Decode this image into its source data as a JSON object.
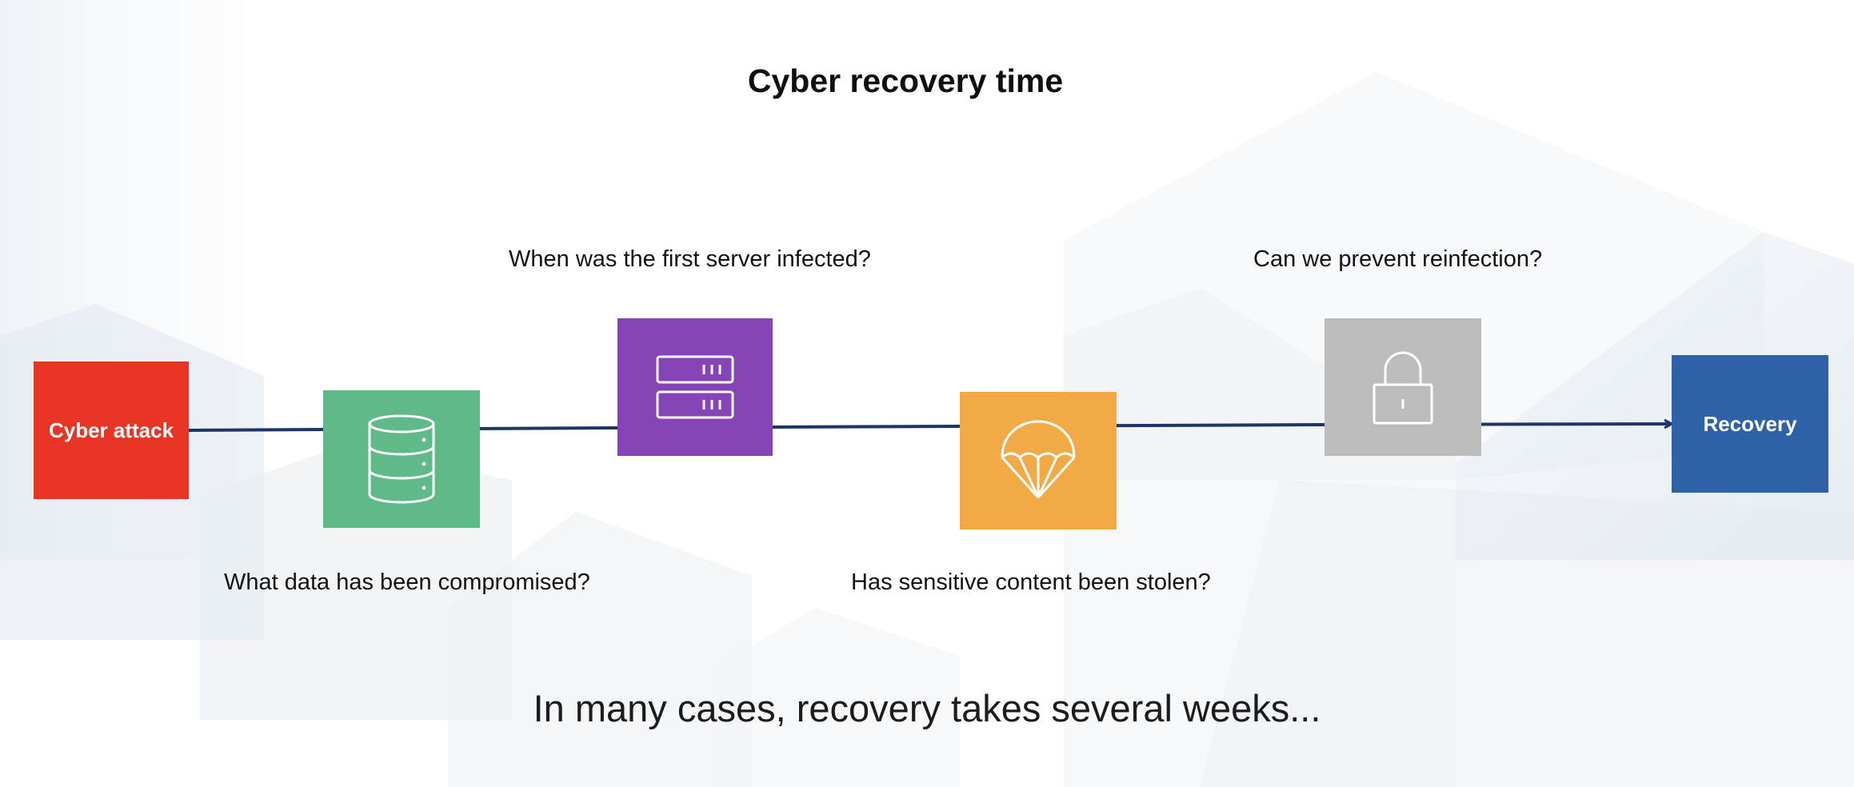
{
  "title": "Cyber recovery time",
  "tagline": "In many cases, recovery takes several weeks...",
  "colors": {
    "attack": "#e83424",
    "data": "#60b989",
    "server": "#8744b7",
    "content": "#f1aa45",
    "reinfection": "#bcbcbc",
    "recovery": "#2f61a8",
    "connector": "#1d3567"
  },
  "nodes": [
    {
      "id": "attack",
      "label": "Cyber attack",
      "icon": ""
    },
    {
      "id": "data",
      "label": "",
      "icon": "database-icon"
    },
    {
      "id": "server",
      "label": "",
      "icon": "server-icon"
    },
    {
      "id": "content",
      "label": "",
      "icon": "parachute-icon"
    },
    {
      "id": "reinfection",
      "label": "",
      "icon": "lock-icon"
    },
    {
      "id": "recovery",
      "label": "Recovery",
      "icon": ""
    }
  ],
  "questions": {
    "data": "What data has been compromised?",
    "server": "When was the first server infected?",
    "content": "Has sensitive content been stolen?",
    "reinfection": "Can we prevent reinfection?"
  }
}
